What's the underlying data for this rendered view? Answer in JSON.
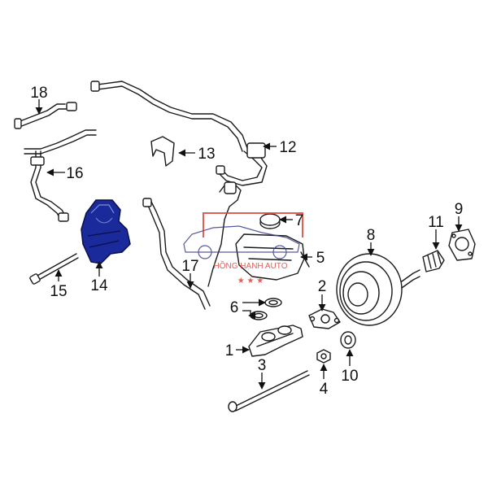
{
  "callouts": {
    "p1": "1",
    "p2": "2",
    "p3": "3",
    "p4": "4",
    "p5": "5",
    "p6": "6",
    "p7": "7",
    "p8": "8",
    "p9": "9",
    "p10": "10",
    "p11": "11",
    "p12": "12",
    "p13": "13",
    "p14": "14",
    "p15": "15",
    "p16": "16",
    "p17": "17",
    "p18": "18"
  },
  "watermark": {
    "text": "HỒNG HẠNH AUTO",
    "stars": "★ ★ ★",
    "color": "#e0423c"
  },
  "colors": {
    "highlight_part": "#1a2a9a",
    "line": "#1a1a1a"
  }
}
